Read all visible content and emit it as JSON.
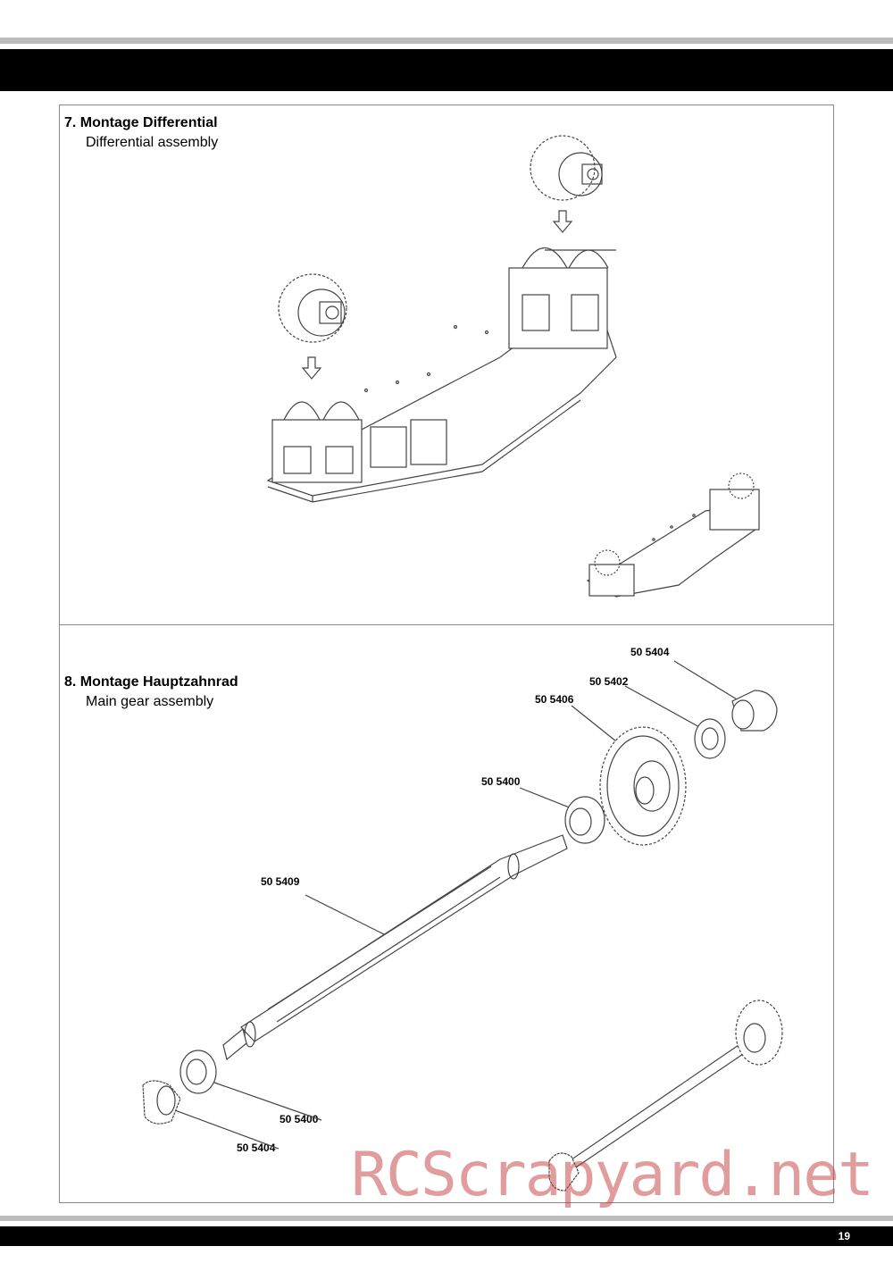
{
  "page": {
    "number": "19"
  },
  "section7": {
    "title": "7.  Montage Differential",
    "subtitle": "Differential assembly"
  },
  "section8": {
    "title": "8. Montage Hauptzahnrad",
    "subtitle": "Main gear assembly",
    "parts": {
      "p_top_pinion": "50 5404",
      "p_top_bearing": "50 5402",
      "p_main_gear": "50 5406",
      "p_shaft_bearing": "50 5400",
      "p_shaft": "50 5409",
      "p_bottom_bearing": "50 5400",
      "p_bottom_pinion": "50 5404"
    }
  },
  "watermark": "RCScrapyard.net",
  "colors": {
    "bars": "#000000",
    "rules": "#bdbdbd",
    "watermark": "#c43c3c"
  }
}
